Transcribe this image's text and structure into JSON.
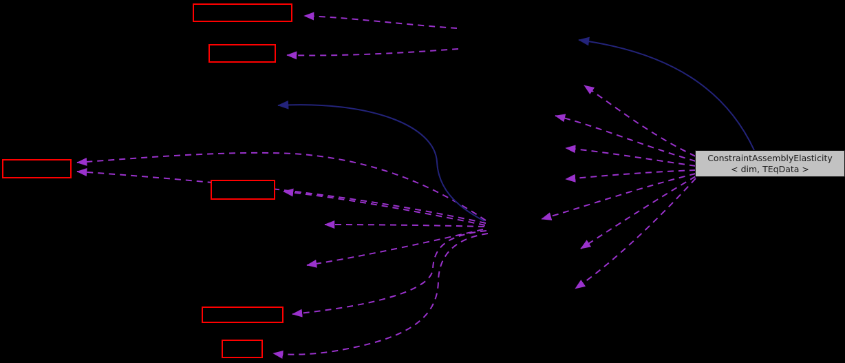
{
  "diagram": {
    "type": "collaboration-graph",
    "background_color": "#000000",
    "main_node": {
      "label_line1": "ConstraintAssemblyElasticity",
      "label_line2": "< dim, TEqData >",
      "fill_color": "#c2c2c2",
      "text_color": "#1a1a1a"
    },
    "edge_colors": {
      "usage_dashed": "#9a32cc",
      "inheritance_solid": "#23237a"
    },
    "node_border_color": "#ff0000",
    "unlabeled_red_node_count": 6,
    "dashed_arrow_count": 16,
    "solid_arrow_count": 2
  }
}
